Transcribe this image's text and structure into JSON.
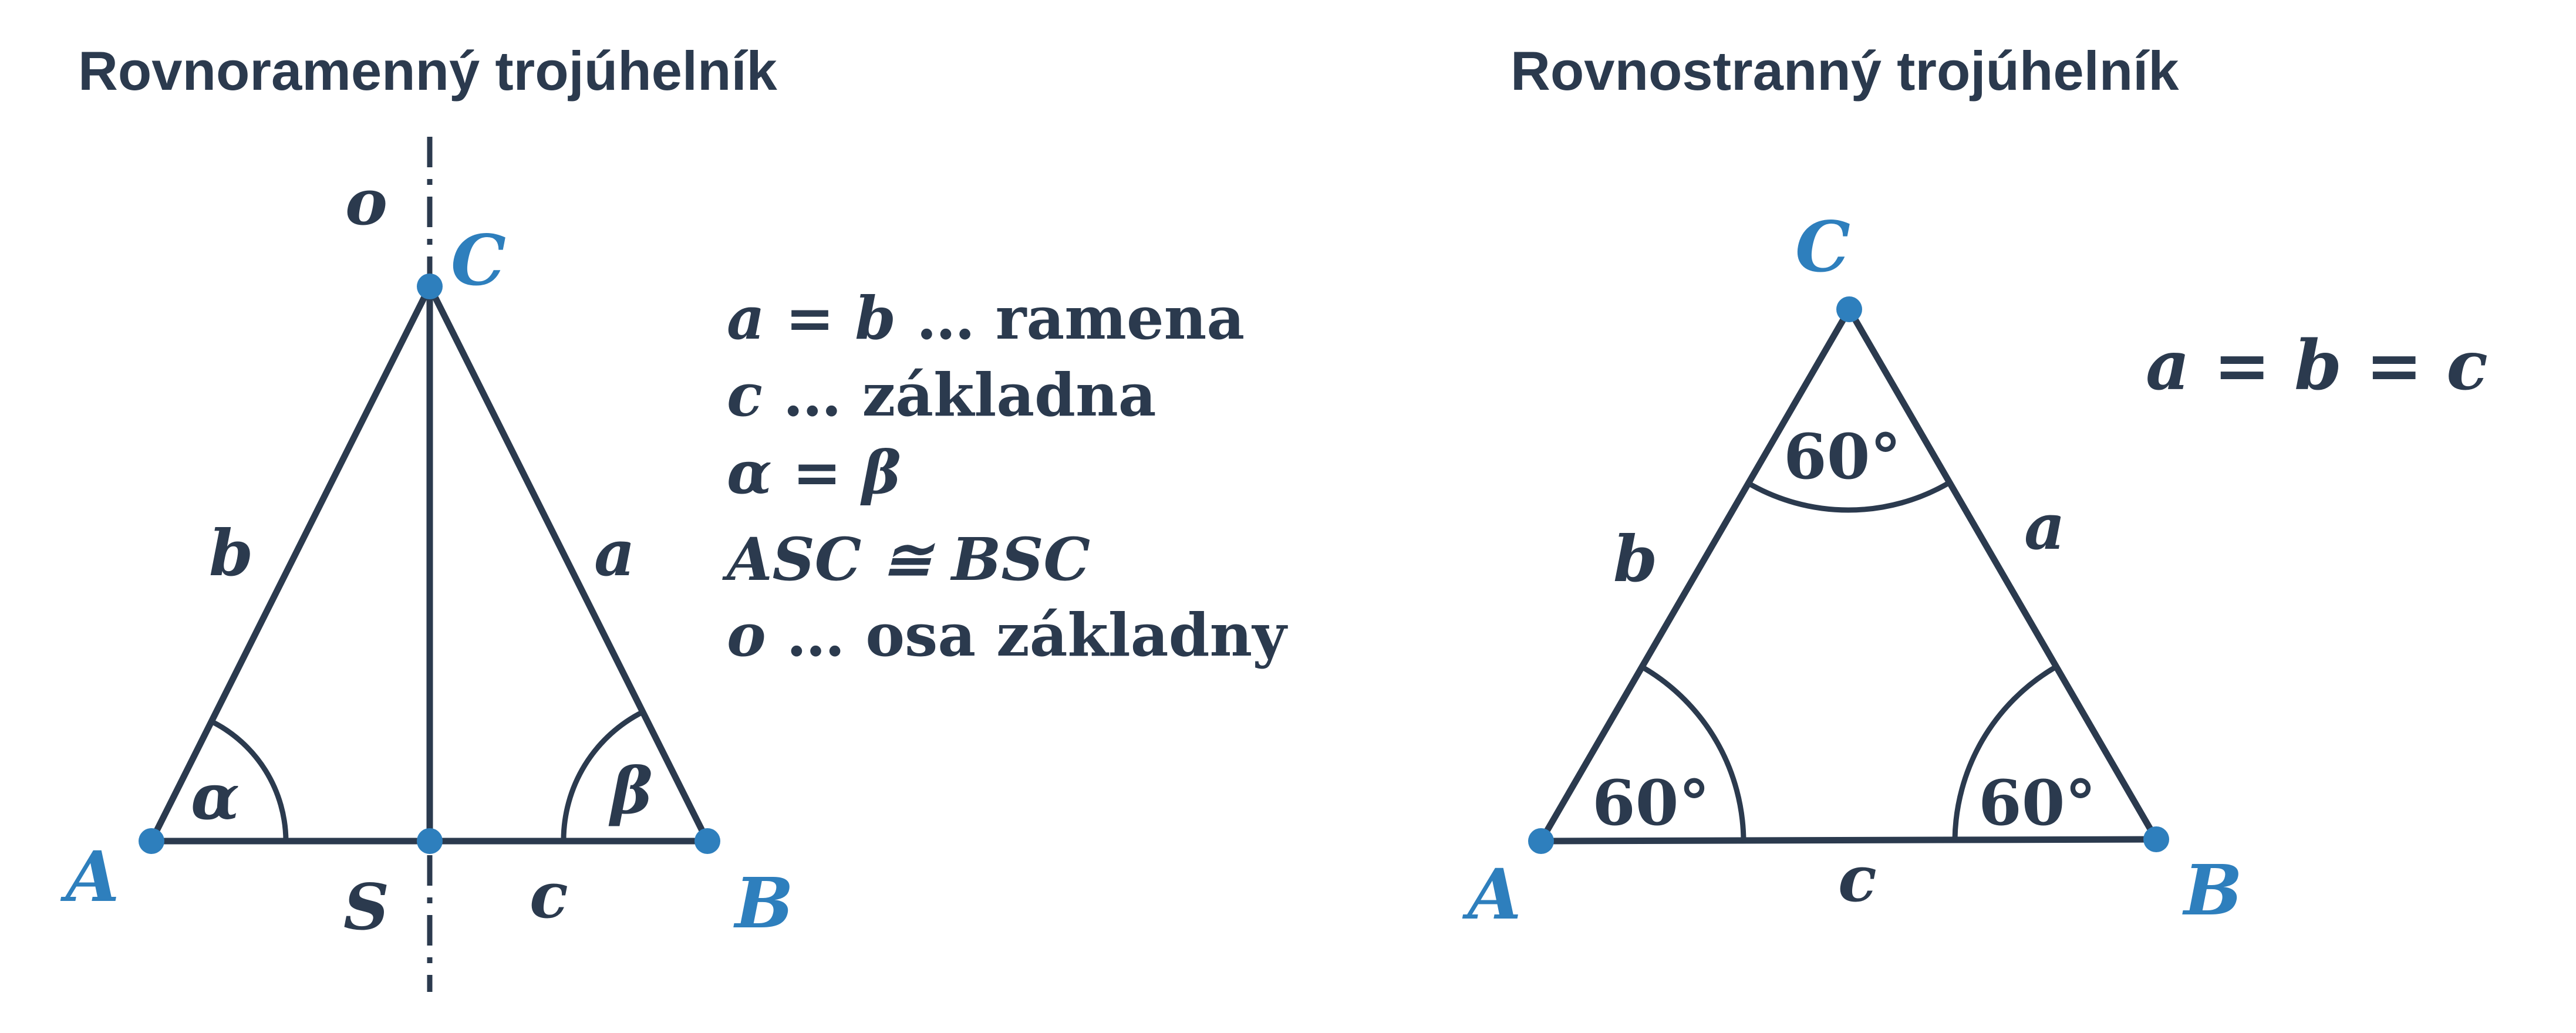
{
  "left_panel": {
    "title": "Rovnoramenný trojúhelník",
    "vertices": {
      "A": "A",
      "B": "B",
      "C": "C",
      "S": "S"
    },
    "sides": {
      "a": "a",
      "b": "b",
      "c": "c"
    },
    "axis_label": "o",
    "angles": {
      "alpha": "α",
      "beta": "β"
    },
    "properties": [
      {
        "math": "a = b",
        "text": " … ramena"
      },
      {
        "math": "c",
        "text": " … základna"
      },
      {
        "math": "α = β",
        "text": ""
      },
      {
        "math": "ASC ≅ BSC",
        "text": ""
      },
      {
        "math": "o",
        "text": " … osa základny"
      }
    ]
  },
  "right_panel": {
    "title": "Rovnostranný trojúhelník",
    "vertices": {
      "A": "A",
      "B": "B",
      "C": "C"
    },
    "sides": {
      "a": "a",
      "b": "b",
      "c": "c"
    },
    "angles": {
      "top": "60°",
      "left": "60°",
      "right": "60°"
    },
    "property": "a = b = c"
  },
  "colors": {
    "ink": "#2b3a4e",
    "vertex": "#2e7fbd",
    "background": "#ffffff"
  }
}
